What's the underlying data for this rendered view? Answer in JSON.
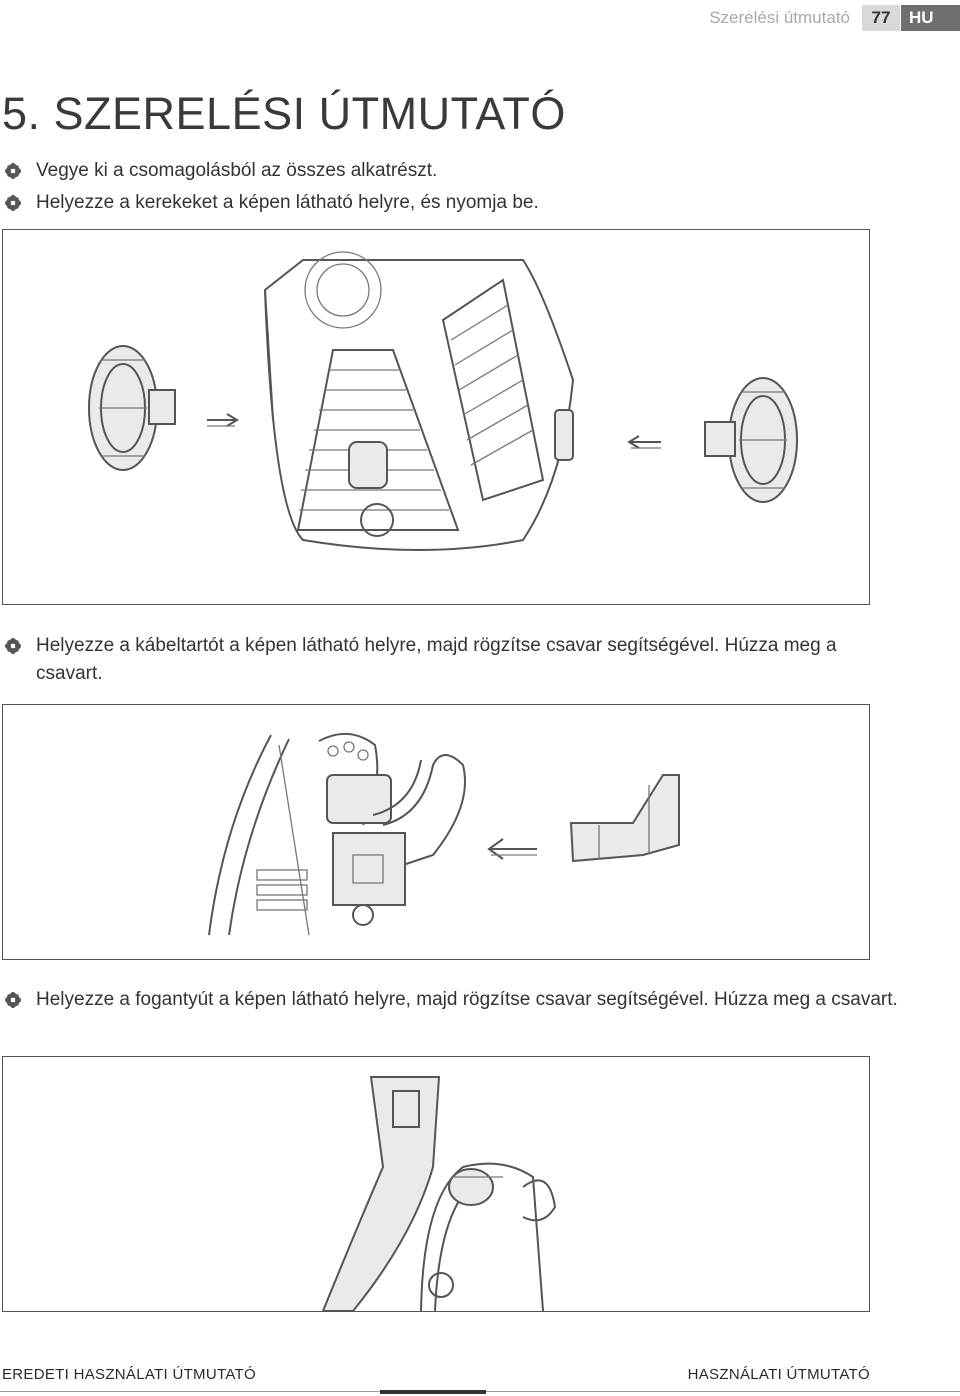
{
  "header": {
    "title": "Szerelési útmutató",
    "page_number": "77",
    "language": "HU"
  },
  "section": {
    "title": "5. SZERELÉSI ÚTMUTATÓ"
  },
  "steps": [
    {
      "text": "Vegye ki a csomagolásból az összes alkatrészt."
    },
    {
      "text": "Helyezze a kerekeket a képen látható helyre, és nyomja be."
    },
    {
      "text": "Helyezze a kábeltartót a képen látható helyre, majd rögzítse csavar segítségével. Húzza meg a csavart."
    },
    {
      "text": "Helyezze a fogantyút a képen látható helyre, majd rögzítse csavar segítségével. Húzza meg a csavart."
    }
  ],
  "footer": {
    "left": "EREDETI HASZNÁLATI ÚTMUTATÓ",
    "right": "HASZNÁLATI ÚTMUTATÓ"
  }
}
